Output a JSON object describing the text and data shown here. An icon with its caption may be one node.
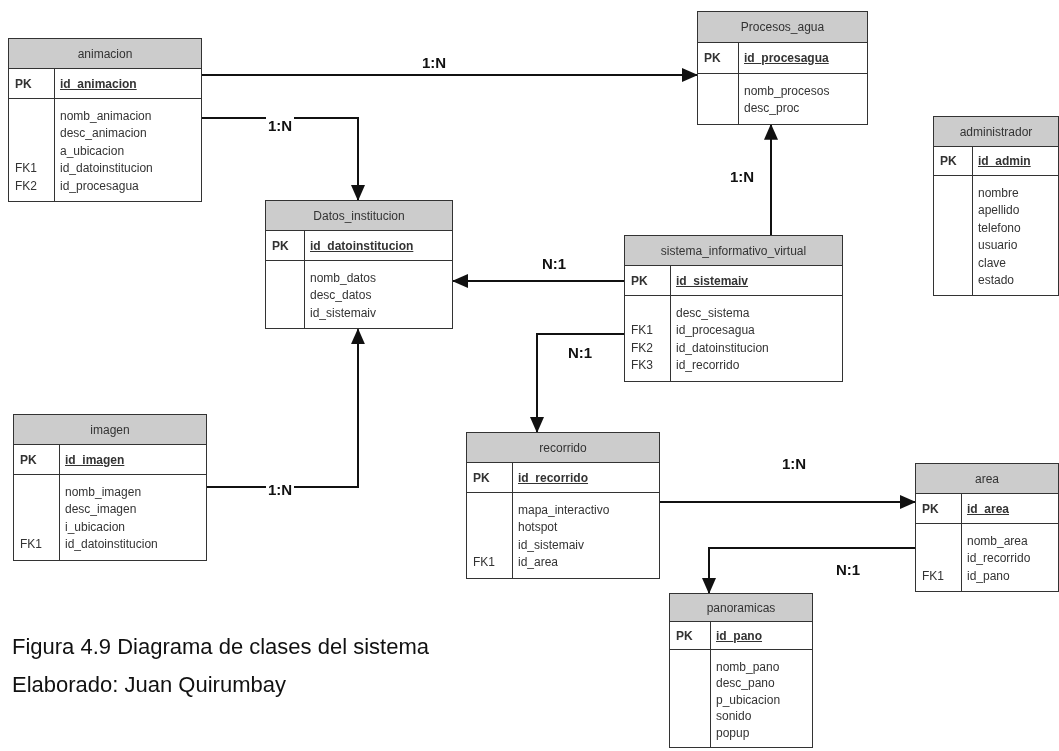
{
  "diagram": {
    "caption": "Figura 4.9 Diagrama de clases del sistema",
    "nodes": [
      {
        "text": [
          "animacion",
          "PK",
          "id_animacion",
          "nomb_animacion",
          "desc_animacion",
          "a_ubicacion",
          "FK1",
          "id_datoinstitucion",
          "FK2",
          "id_procesagua"
        ]
      },
      {
        "text": [
          "Procesos_agua",
          "PK",
          "id_procesagua",
          "nomb_procesos",
          "desc_proc"
        ]
      },
      {
        "text": [
          "administrador",
          "PK",
          "id_admin",
          "nombre",
          "apellido",
          "telefono",
          "usuario",
          "clave",
          "estado"
        ]
      },
      {
        "text": [
          "Datos_institucion",
          "PK",
          "id_datoinstitucion",
          "nomb_datos",
          "desc_datos",
          "id_sistemaiv"
        ]
      },
      {
        "text": [
          "sistema_informativo_virtual",
          "PK",
          "id_sistemaiv",
          "desc_sistema",
          "FK1",
          "id_procesagua",
          "FK2",
          "id_datoinstitucion",
          "FK3",
          "id_recorrido"
        ]
      },
      {
        "text": [
          "imagen",
          "PK",
          "id_imagen",
          "nomb_imagen",
          "desc_imagen",
          "i_ubicacion",
          "FK1",
          "id_datoinstitucion"
        ]
      },
      {
        "text": [
          "recorrido",
          "PK",
          "id_recorrido",
          "mapa_interactivo",
          "hotspot",
          "id_sistemaiv",
          "FK1",
          "id_area"
        ]
      },
      {
        "text": [
          "area",
          "PK",
          "id_area",
          "nomb_area",
          "id_recorrido",
          "FK1",
          "id_pano"
        ]
      },
      {
        "text": [
          "panoramicas",
          "PK",
          "id_pano",
          "nomb_pano",
          "desc_pano",
          "p_ubicacion",
          "sonido",
          "popup"
        ]
      }
    ],
    "edges": [
      {
        "from": 0,
        "to": 1,
        "arrow": "to",
        "label": "1:N"
      },
      {
        "from": 0,
        "to": 3,
        "arrow": "to",
        "label": "1:N"
      },
      {
        "from": 4,
        "to": 3,
        "arrow": "to",
        "label": "N:1"
      },
      {
        "from": 4,
        "to": 1,
        "arrow": "to",
        "label": "1:N"
      },
      {
        "from": 4,
        "to": 6,
        "arrow": "to",
        "label": "N:1"
      },
      {
        "from": 5,
        "to": 3,
        "arrow": "to",
        "label": "1:N"
      },
      {
        "from": 6,
        "to": 7,
        "arrow": "to",
        "label": "1:N"
      },
      {
        "from": 7,
        "to": 8,
        "arrow": "to",
        "label": "N:1"
      }
    ],
    "labels": [
      "Elaborado: Juan Quirumbay"
    ]
  }
}
